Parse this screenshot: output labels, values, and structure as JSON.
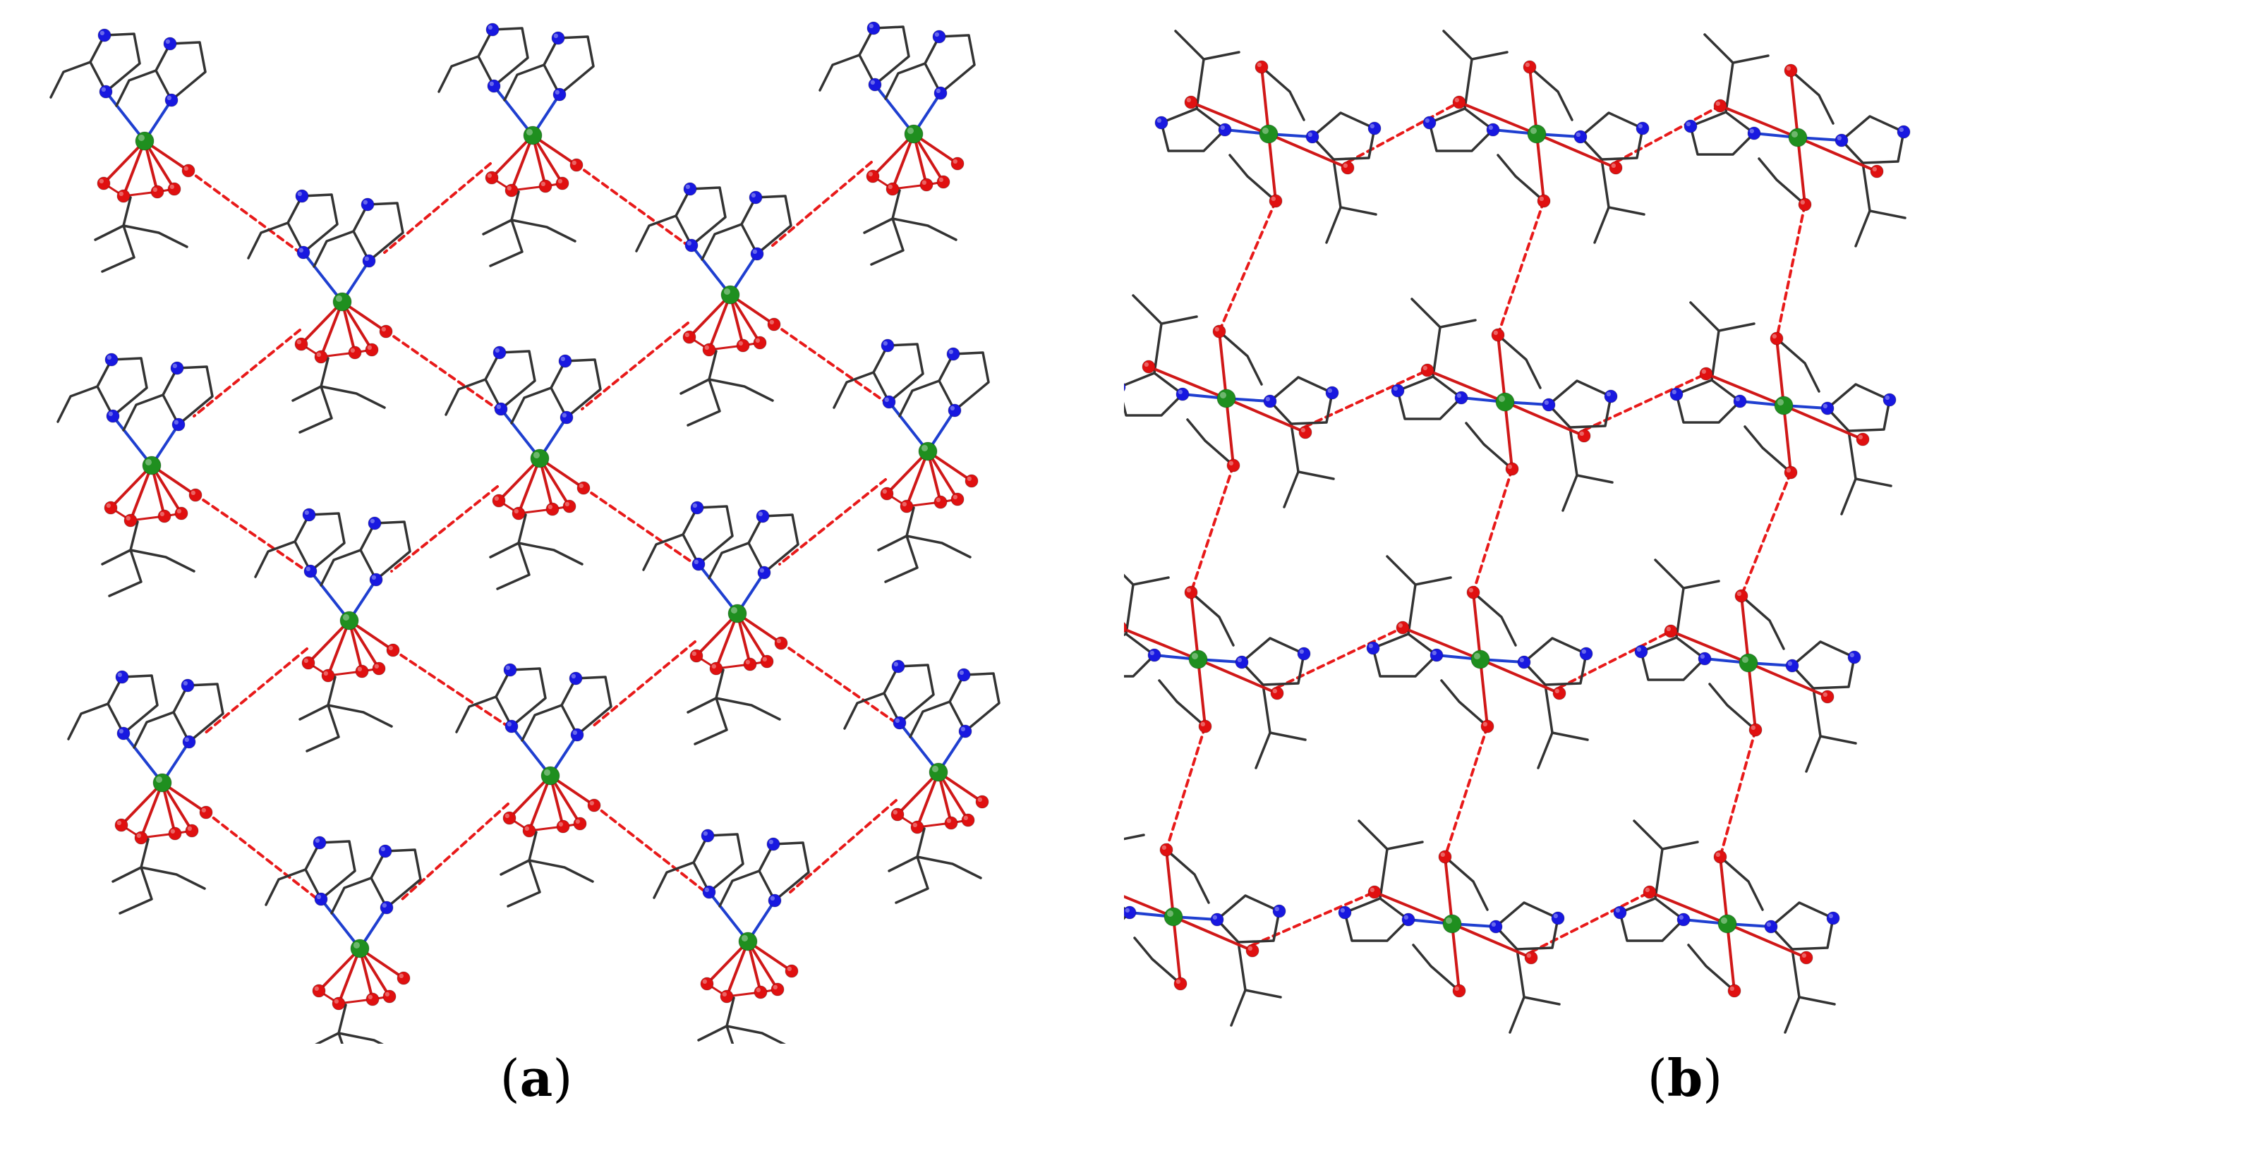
{
  "figure": {
    "panels": [
      {
        "id": "a",
        "caption_open": "(",
        "caption_letter": "a",
        "caption_close": ")"
      },
      {
        "id": "b",
        "caption_open": "(",
        "caption_letter": "b",
        "caption_close": ")"
      }
    ]
  },
  "colors": {
    "background": "#ffffff",
    "metal_atom": "#1f8f1f",
    "nitrogen_atom": "#1818e0",
    "oxygen_atom": "#e01010",
    "carbon_bond": "#333333",
    "metal_nitrogen_bond": "#1f3fd0",
    "metal_oxygen_bond": "#d01818",
    "hydrogen_bond": "#e81a1a"
  }
}
